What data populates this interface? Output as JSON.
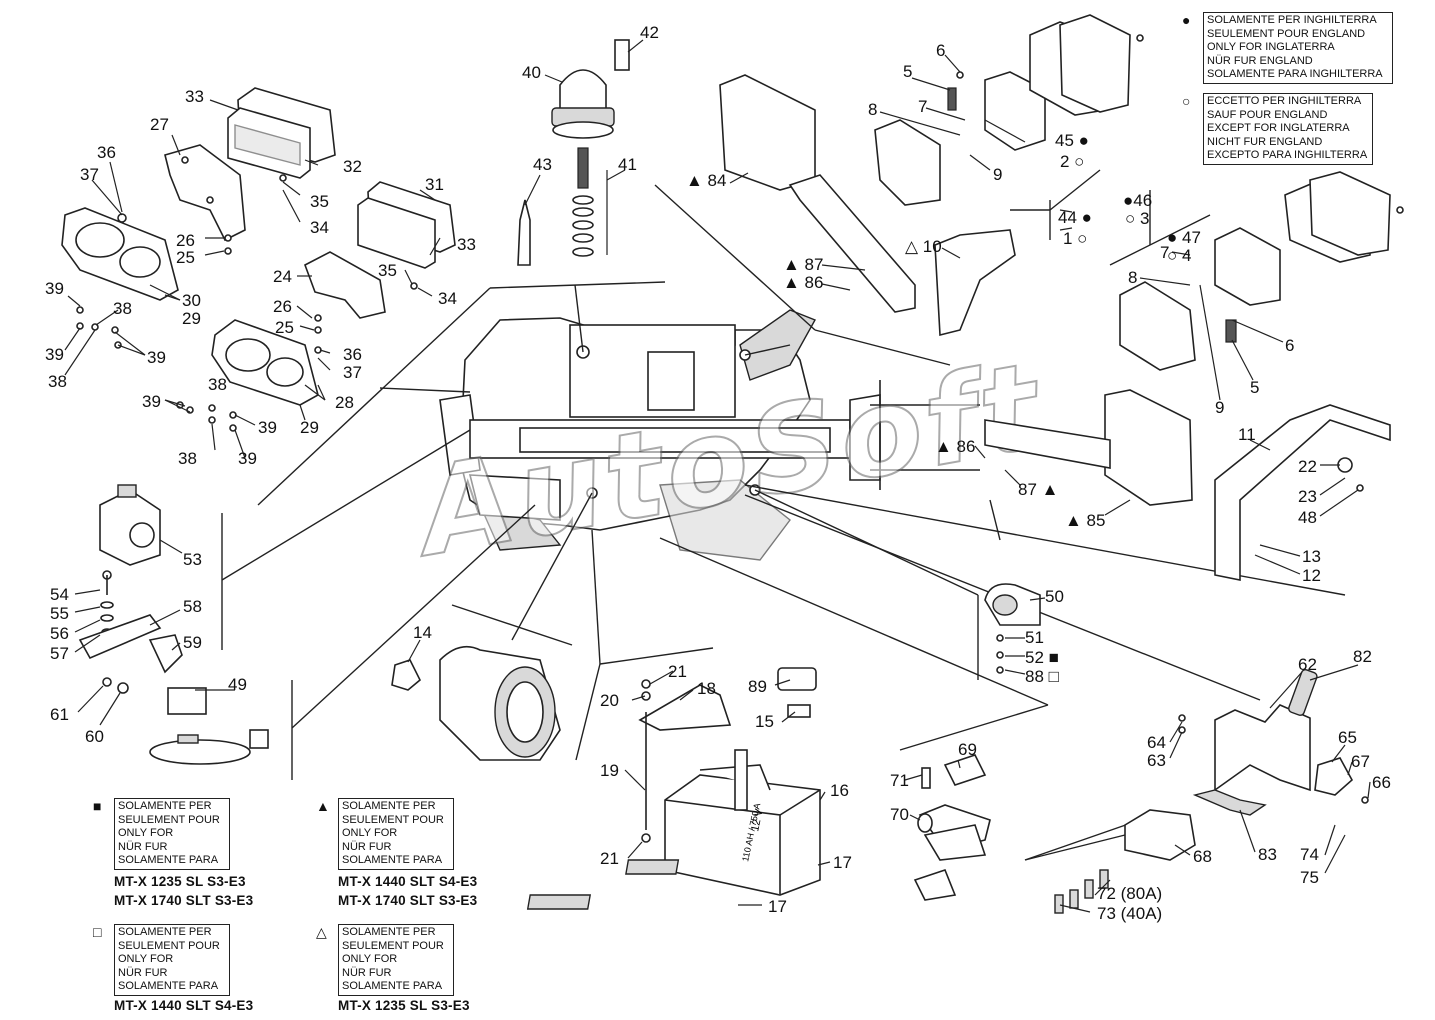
{
  "watermark": "AutoSoft",
  "legends": [
    {
      "id": "filled-circle",
      "symbol": "●",
      "lines": [
        "SOLAMENTE PER INGHILTERRA",
        "SEULEMENT POUR ENGLAND",
        "ONLY FOR INGLATERRA",
        "NÜR FUR ENGLAND",
        "SOLAMENTE PARA INGHILTERRA"
      ],
      "models": []
    },
    {
      "id": "open-circle",
      "symbol": "○",
      "lines": [
        "ECCETTO PER INGHILTERRA",
        "SAUF POUR ENGLAND",
        "EXCEPT FOR INGLATERRA",
        "NICHT FUR ENGLAND",
        "EXCEPTO PARA INGHILTERRA"
      ],
      "models": []
    },
    {
      "id": "filled-square",
      "symbol": "■",
      "lines": [
        "SOLAMENTE PER",
        "SEULEMENT POUR",
        "ONLY FOR",
        "NÜR FUR",
        "SOLAMENTE PARA"
      ],
      "models": [
        "MT-X 1235 SL S3-E3",
        "MT-X 1740 SLT S3-E3"
      ]
    },
    {
      "id": "filled-triangle",
      "symbol": "▲",
      "lines": [
        "SOLAMENTE PER",
        "SEULEMENT POUR",
        "ONLY FOR",
        "NÜR FUR",
        "SOLAMENTE PARA"
      ],
      "models": [
        "MT-X 1440 SLT S4-E3",
        "MT-X 1740 SLT S3-E3"
      ]
    },
    {
      "id": "open-square",
      "symbol": "□",
      "lines": [
        "SOLAMENTE PER",
        "SEULEMENT POUR",
        "ONLY FOR",
        "NÜR FUR",
        "SOLAMENTE PARA"
      ],
      "models": [
        "MT-X 1440 SLT S4-E3"
      ]
    },
    {
      "id": "open-triangle",
      "symbol": "△",
      "lines": [
        "SOLAMENTE PER",
        "SEULEMENT POUR",
        "ONLY FOR",
        "NÜR FUR",
        "SOLAMENTE PARA"
      ],
      "models": [
        "MT-X 1235 SL S3-E3"
      ]
    }
  ],
  "callouts": {
    "c42": "42",
    "c40": "40",
    "c43": "43",
    "c41": "41",
    "c33a": "33",
    "c27": "27",
    "c32": "32",
    "c36a": "36",
    "c37a": "37",
    "c35a": "35",
    "c34a": "34",
    "c31": "31",
    "c26a": "26",
    "c25a": "25",
    "c33b": "33",
    "c24": "24",
    "c35b": "35",
    "c34b": "34",
    "c30": "30",
    "c29a": "29",
    "c39a": "39",
    "c38a": "38",
    "c39b": "39",
    "c39c": "39",
    "c38b": "38",
    "c26b": "26",
    "c25b": "25",
    "c36b": "36",
    "c37b": "37",
    "c28": "28",
    "c38c": "38",
    "c39d": "39",
    "c39e": "39",
    "c29b": "29",
    "c38d": "38",
    "c39f": "39",
    "c84": "▲ 84",
    "c87a": "▲ 87",
    "c86a": "▲ 86",
    "c10": "△ 10",
    "c6a": "6",
    "c5a": "5",
    "c7a": "7",
    "c8a": "8",
    "c45": "45 ●",
    "c2": "2 ○",
    "c9a": "9",
    "c44": "44 ●",
    "c1": "1 ○",
    "c46": "●46",
    "c3": "○ 3",
    "c47": "● 47",
    "c4": "○ 4",
    "c8b": "8",
    "c7b": "7",
    "c6b": "6",
    "c5b": "5",
    "c9b": "9",
    "c11": "11",
    "c22": "22",
    "c23": "23",
    "c48": "48",
    "c13": "13",
    "c12": "12",
    "c86b": "▲ 86",
    "c87b": "87 ▲",
    "c85": "▲ 85",
    "c53": "53",
    "c54": "54",
    "c55": "55",
    "c56": "56",
    "c57": "57",
    "c58": "58",
    "c59": "59",
    "c61": "61",
    "c60": "60",
    "c49": "49",
    "c14": "14",
    "c50": "50",
    "c51": "51",
    "c52": "52 ■",
    "c88": "88 □",
    "c21a": "21",
    "c20": "20",
    "c18": "18",
    "c89": "89",
    "c15": "15",
    "c19": "19",
    "c16": "16",
    "c21b": "21",
    "c17a": "17",
    "c17b": "17",
    "c69": "69",
    "c71": "71",
    "c70": "70",
    "c62": "62",
    "c82": "82",
    "c64": "64",
    "c63": "63",
    "c65": "65",
    "c67": "67",
    "c66": "66",
    "c83": "83",
    "c68": "68",
    "c74": "74",
    "c75": "75",
    "c72": "72 (80A)",
    "c73": "73 (40A)"
  },
  "battery_label": {
    "voltage": "12 V",
    "rating": "110 AH / 750 A"
  }
}
